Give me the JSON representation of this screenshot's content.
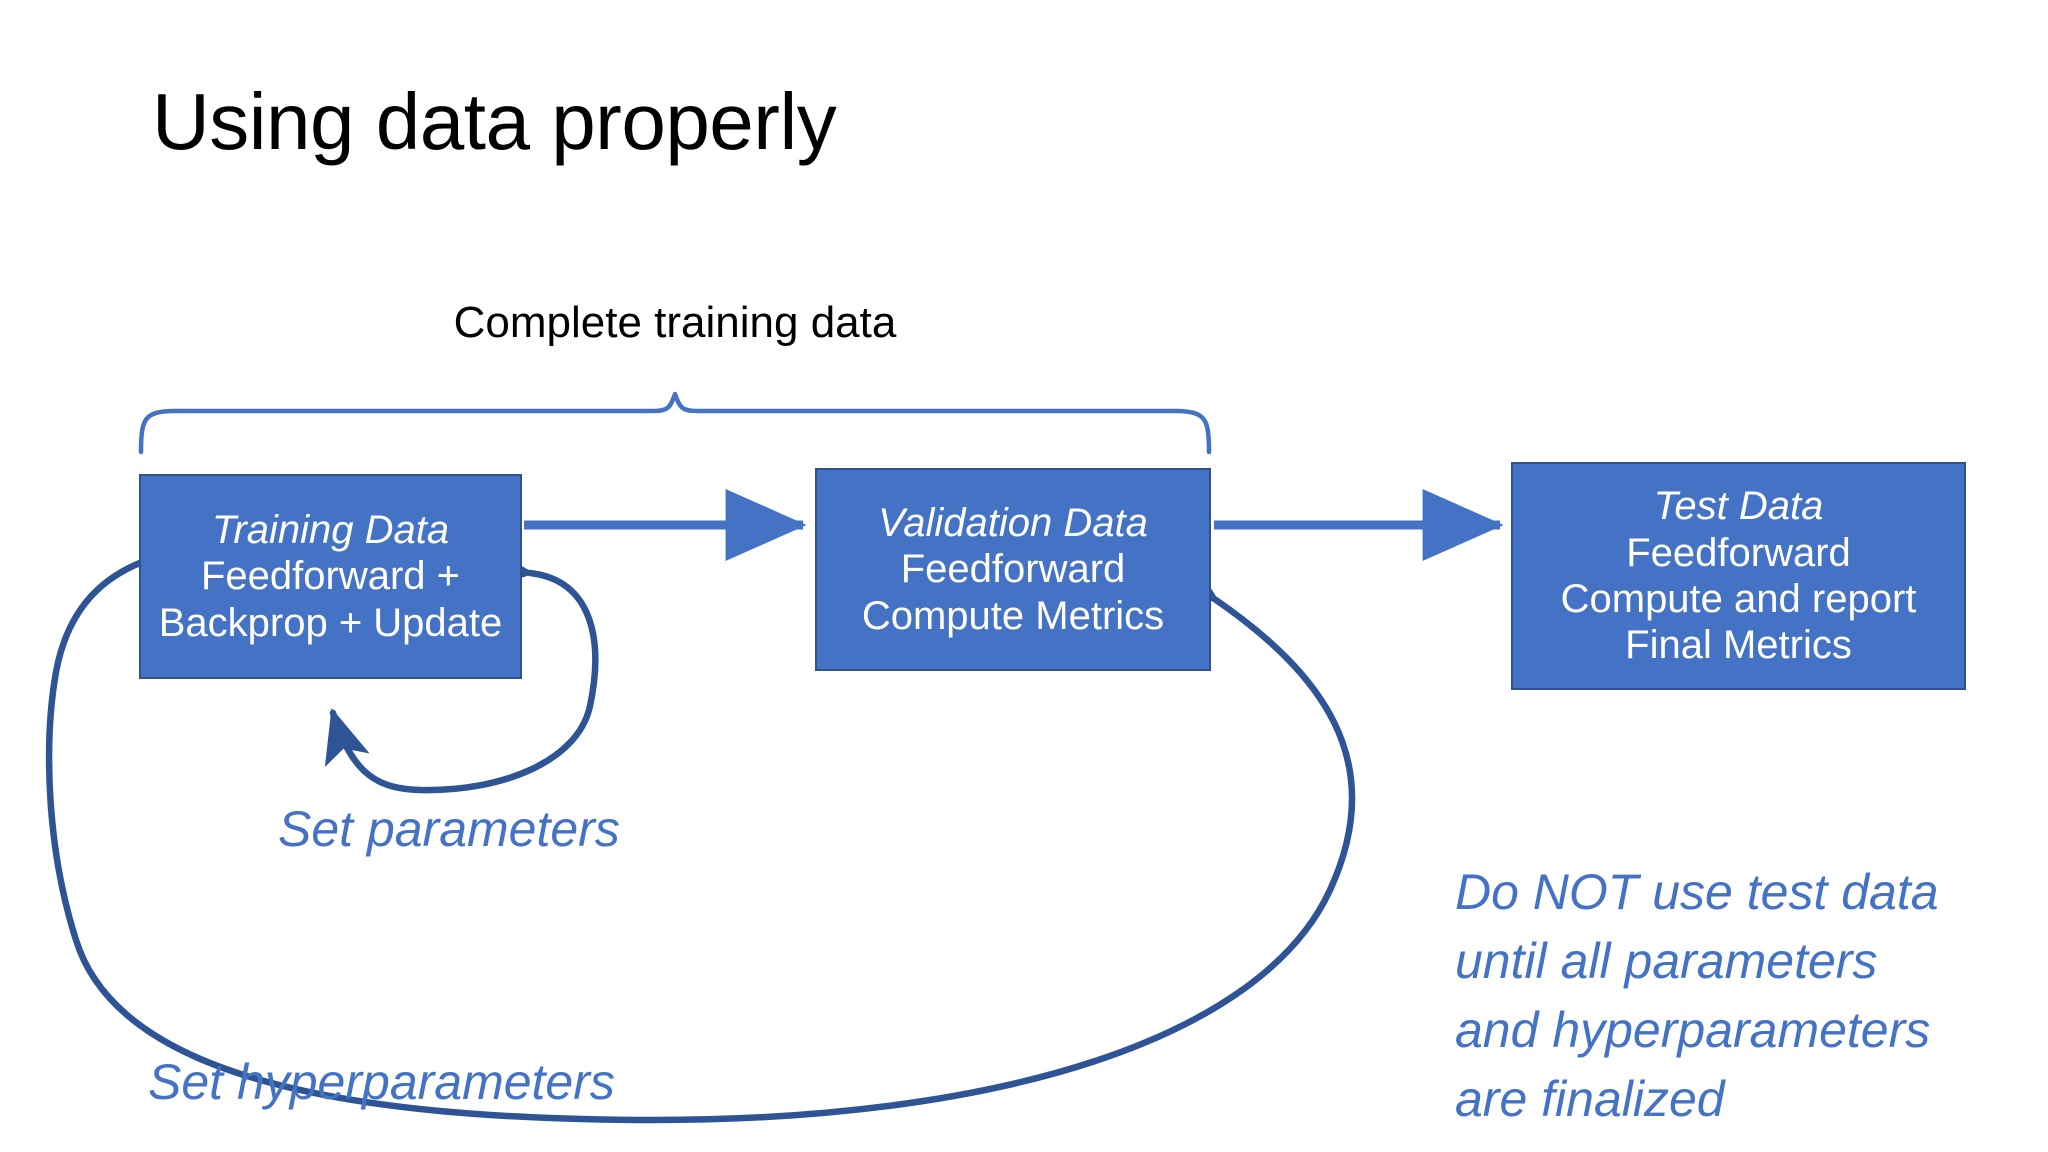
{
  "slide": {
    "title": "Using data properly",
    "background_color": "#ffffff"
  },
  "colors": {
    "box_fill": "#4472C4",
    "box_border": "#2F528F",
    "box_text": "#ffffff",
    "connector_light_blue": "#4472C4",
    "curve_dark_blue": "#2E5496",
    "brace_blue": "#4472C4",
    "annotation_blue": "#4472C4",
    "title_black": "#000000"
  },
  "brace": {
    "caption": "Complete training data",
    "icon": "curly-brace-down-icon",
    "spans_boxes": [
      "Training Data",
      "Validation Data"
    ]
  },
  "boxes": [
    {
      "id": "training",
      "heading": "Training Data",
      "lines": [
        "Feedforward +",
        "Backprop + Update"
      ]
    },
    {
      "id": "validation",
      "heading": "Validation Data",
      "lines": [
        "Feedforward",
        "Compute Metrics"
      ]
    },
    {
      "id": "test",
      "heading": "Test Data",
      "lines": [
        "Feedforward",
        "Compute and report",
        "Final Metrics"
      ]
    }
  ],
  "connectors": [
    {
      "id": "training-to-validation",
      "from": "training",
      "to": "validation",
      "style": "straight-arrow",
      "color": "#4472C4"
    },
    {
      "id": "validation-to-test",
      "from": "validation",
      "to": "test",
      "style": "straight-arrow",
      "color": "#4472C4"
    },
    {
      "id": "set-parameters-loop",
      "from": "training",
      "to": "training",
      "style": "curved-double-arrow",
      "color": "#2E5496",
      "label": "Set parameters"
    },
    {
      "id": "set-hyperparameters-loop",
      "from": "validation",
      "to": "training",
      "style": "long-curved-arrow",
      "color": "#2E5496",
      "label": "Set hyperparameters"
    }
  ],
  "annotations": {
    "set_parameters": "Set parameters",
    "set_hyperparameters": "Set hyperparameters",
    "warning": {
      "lines": [
        "Do NOT use test data",
        "until all parameters",
        "and hyperparameters",
        "are finalized"
      ]
    }
  }
}
